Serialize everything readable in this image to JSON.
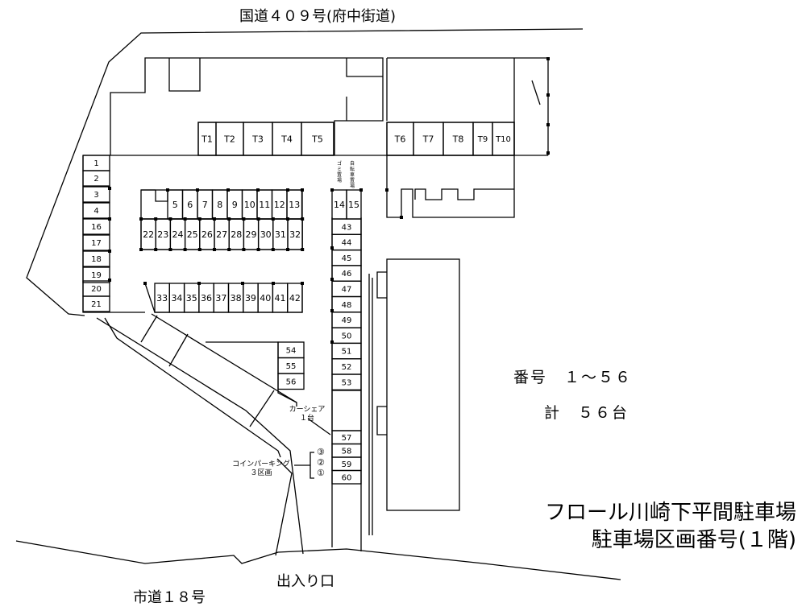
{
  "roads": {
    "north": "国道４０９号(府中街道)",
    "southwest": "市道１８号",
    "entrance": "出入り口"
  },
  "info": {
    "numbers": "番号　１～５６",
    "total": "計　５６台"
  },
  "title": {
    "line1": "フロール川崎下平間駐車場",
    "line2": "駐車場区画番号(１階)"
  },
  "notes": {
    "car_share": "カーシェア",
    "car_share_count": "１台",
    "coin_parking": "コインパーキング",
    "coin_parking_count": "３区画",
    "garbage": "ゴミ置場",
    "bicycle": "自転車置場"
  },
  "coin_marks": [
    "③",
    "②",
    "①"
  ],
  "stalls": {
    "top_left": [
      "T1",
      "T2",
      "T3",
      "T4",
      "T5"
    ],
    "top_right": [
      "T6",
      "T7",
      "T8",
      "T9",
      "T10"
    ],
    "left_column": [
      "1",
      "2",
      "3",
      "4",
      "16",
      "17",
      "18",
      "19",
      "20",
      "21"
    ],
    "center_top": [
      "5",
      "6",
      "7",
      "8",
      "9",
      "10",
      "11",
      "12",
      "13",
      "14",
      "15"
    ],
    "center_mid": [
      "22",
      "23",
      "24",
      "25",
      "26",
      "27",
      "28",
      "29",
      "30",
      "31",
      "32"
    ],
    "center_bottom": [
      "33",
      "34",
      "35",
      "36",
      "37",
      "38",
      "39",
      "40",
      "41",
      "42"
    ],
    "right_column": [
      "43",
      "44",
      "45",
      "46",
      "47",
      "48",
      "49",
      "50",
      "51",
      "52",
      "53"
    ],
    "lower_block": [
      "54",
      "55",
      "56"
    ],
    "lower_column": [
      "57",
      "58",
      "59",
      "60"
    ]
  }
}
